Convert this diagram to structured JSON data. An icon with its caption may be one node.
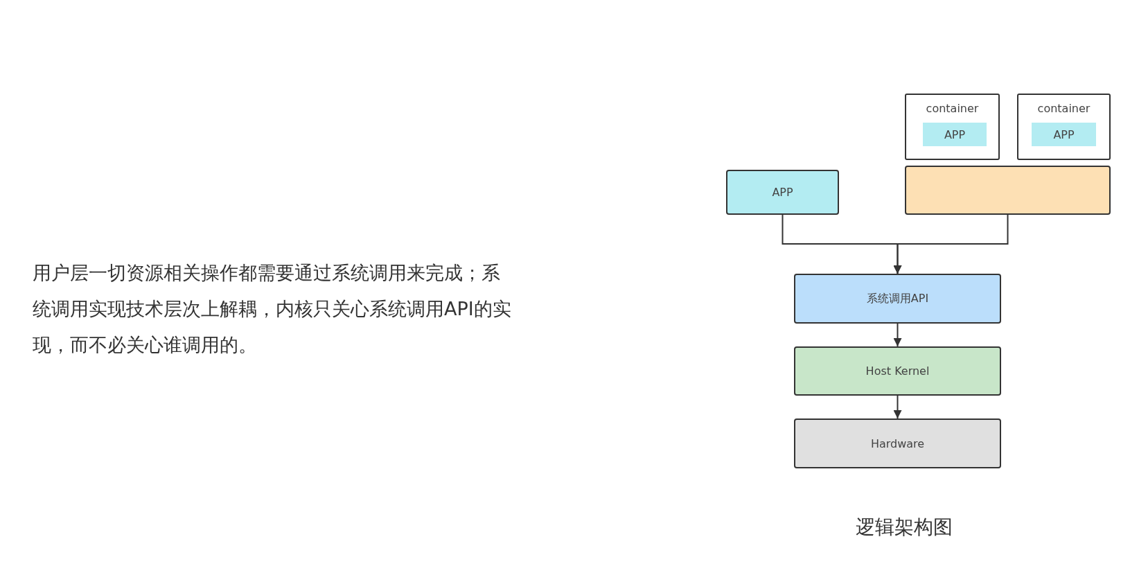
{
  "diagram": {
    "caption": "逻辑架构图",
    "nodes": [
      {
        "text": [
          "container"
        ]
      },
      {
        "text": [
          "APP"
        ],
        "in": 0
      },
      {
        "text": [
          "container"
        ]
      },
      {
        "text": [
          "APP"
        ],
        "in": 2
      },
      {
        "text": [
          "APP"
        ]
      },
      {
        "text": [],
        "shape": "box"
      },
      {
        "text": [
          "系统调用API"
        ]
      },
      {
        "text": [
          "Host Kernel"
        ]
      },
      {
        "text": [
          "Hardware"
        ]
      }
    ],
    "edges": [
      {
        "from": 4,
        "to": 6,
        "arrow": "to"
      },
      {
        "from": 5,
        "to": 6,
        "arrow": "to"
      },
      {
        "from": 6,
        "to": 7,
        "arrow": "to"
      },
      {
        "from": 7,
        "to": 8,
        "arrow": "to"
      }
    ],
    "labels": [
      "用户层一切资源相关操作都需要通过系统调用来完成；系统调用实现技术层次上解耦，内核只关心系统调用API的实现，而不必关心谁调用的。"
    ]
  }
}
